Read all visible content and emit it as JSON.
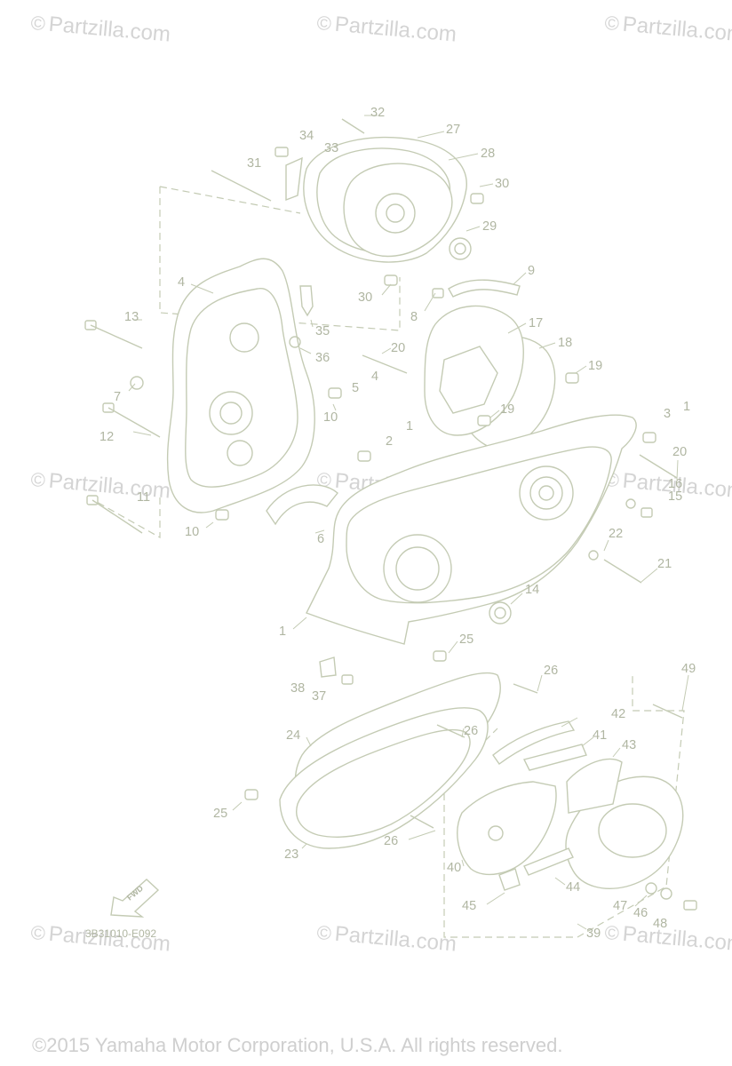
{
  "watermark": {
    "text": "Partzilla.com",
    "symbol": "©"
  },
  "part_labels": [
    "1",
    "2",
    "3",
    "4",
    "5",
    "6",
    "7",
    "8",
    "9",
    "10",
    "11",
    "12",
    "13",
    "14",
    "15",
    "16",
    "17",
    "18",
    "19",
    "20",
    "21",
    "22",
    "23",
    "24",
    "25",
    "26",
    "27",
    "28",
    "29",
    "30",
    "31",
    "32",
    "33",
    "34",
    "35",
    "36",
    "37",
    "38",
    "39",
    "40",
    "41",
    "42",
    "43",
    "44",
    "45",
    "46",
    "47",
    "48",
    "49"
  ],
  "reference_code": "3B31010-E092",
  "fwd_label": "FWD",
  "copyright": "©2015 Yamaha Motor Corporation, U.S.A. All rights reserved.",
  "colors": {
    "line": "#c4cbb4",
    "label": "#b0b6a2",
    "watermark": "#d4d4d4"
  }
}
